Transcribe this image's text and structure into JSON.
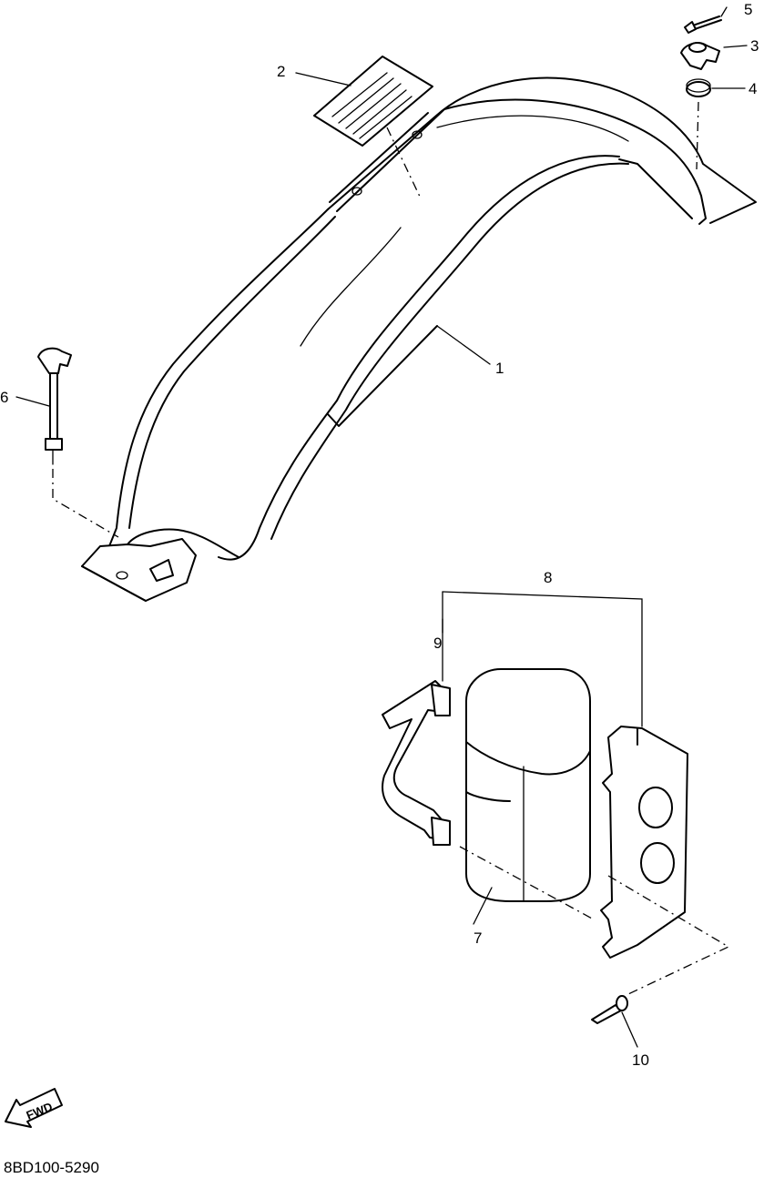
{
  "diagram": {
    "callouts": [
      {
        "id": "c1",
        "label": "1"
      },
      {
        "id": "c2",
        "label": "2"
      },
      {
        "id": "c3",
        "label": "3"
      },
      {
        "id": "c4",
        "label": "4"
      },
      {
        "id": "c5",
        "label": "5"
      },
      {
        "id": "c6",
        "label": "6"
      },
      {
        "id": "c7",
        "label": "7"
      },
      {
        "id": "c8",
        "label": "8"
      },
      {
        "id": "c9",
        "label": "9"
      },
      {
        "id": "c10",
        "label": "10"
      }
    ],
    "fwd_label": "FWD",
    "drawing_code": "8BD100-5290"
  }
}
